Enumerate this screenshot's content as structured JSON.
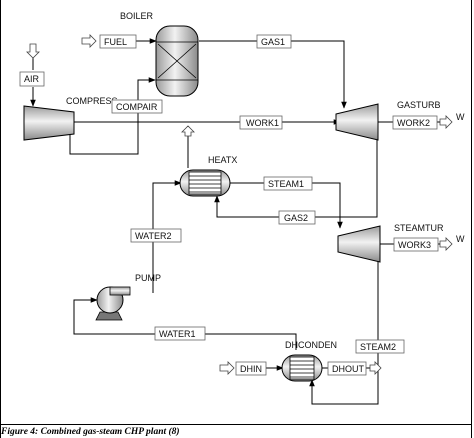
{
  "blocks": {
    "boiler": "BOILER",
    "compress": "COMPRESS",
    "gasturb": "GASTURB",
    "heatx": "HEATX",
    "steamtur": "STEAMTUR",
    "pump": "PUMP",
    "dhconden": "DHCONDEN"
  },
  "streams": {
    "fuel": "FUEL",
    "gas1": "GAS1",
    "air": "AIR",
    "compair": "COMPAIR",
    "work1": "WORK1",
    "work2": "WORK2",
    "steam1": "STEAM1",
    "gas2": "GAS2",
    "water2": "WATER2",
    "work3": "WORK3",
    "water1": "WATER1",
    "steam2": "STEAM2",
    "dhin": "DHIN",
    "dhout": "DHOUT"
  },
  "work_marks": {
    "gasturb_w": "W",
    "steamtur_w": "W"
  },
  "caption": "Figure 4: Combined gas-steam CHP plant (8)"
}
